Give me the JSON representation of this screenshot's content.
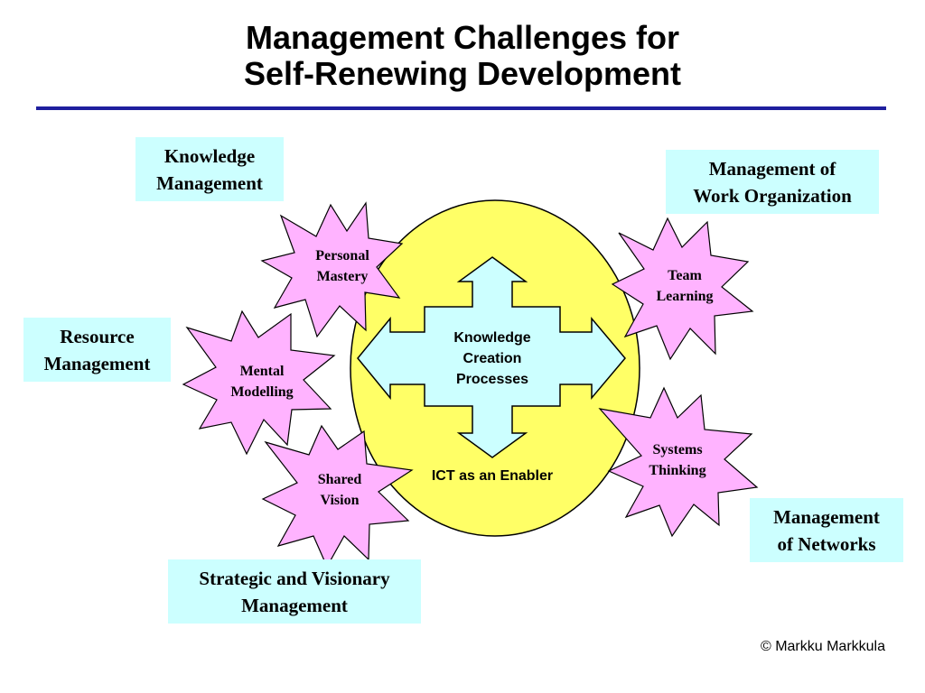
{
  "title": {
    "line1": "Management Challenges for",
    "line2": "Self-Renewing Development"
  },
  "colors": {
    "rule": "#1f1f9e",
    "box_fill": "#ccffff",
    "star_fill": "#ffb3ff",
    "ellipse_fill": "#ffff66",
    "cross_fill": "#ccffff",
    "outline": "#000000"
  },
  "management_boxes": {
    "knowledge": [
      "Knowledge",
      "Management"
    ],
    "work_organization": [
      "Management of",
      "Work Organization"
    ],
    "resource": [
      "Resource",
      "Management"
    ],
    "networks": [
      "Management",
      "of Networks"
    ],
    "strategic": [
      "Strategic and Visionary",
      "Management"
    ]
  },
  "disciplines": {
    "personal_mastery": [
      "Personal",
      "Mastery"
    ],
    "team_learning": [
      "Team",
      "Learning"
    ],
    "mental_modelling": [
      "Mental",
      "Modelling"
    ],
    "systems_thinking": [
      "Systems",
      "Thinking"
    ],
    "shared_vision": [
      "Shared",
      "Vision"
    ]
  },
  "center": {
    "processes": [
      "Knowledge",
      "Creation",
      "Processes"
    ],
    "enabler": "ICT as an Enabler"
  },
  "copyright": "© Markku Markkula"
}
